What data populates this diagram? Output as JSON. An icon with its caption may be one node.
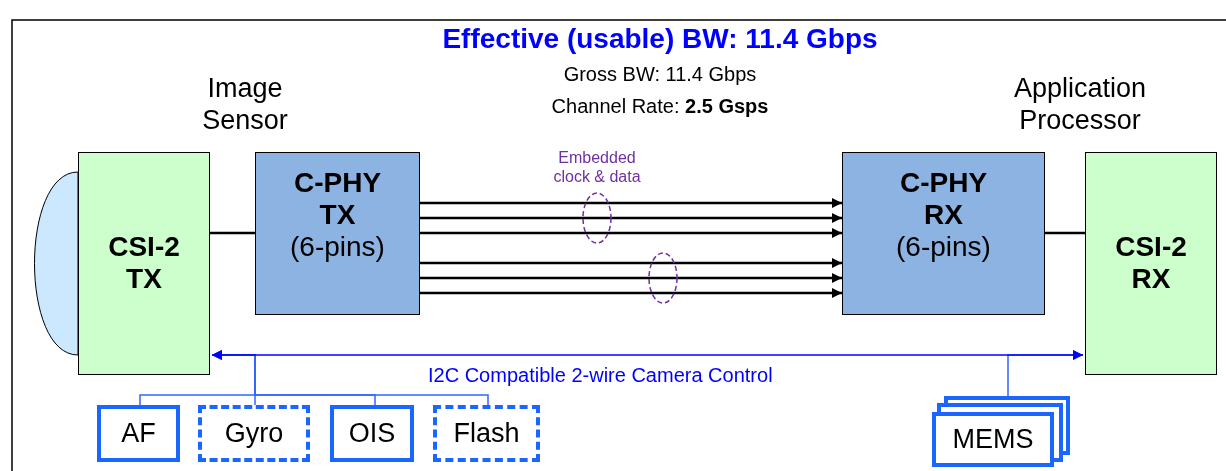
{
  "diagram": {
    "title": "Effective (usable) BW: 11.4 Gbps",
    "nodes": [
      {
        "text": [
          "CSI-2 TX"
        ]
      },
      {
        "text": [
          "C-PHY TX",
          "(6-pins)"
        ]
      },
      {
        "text": [
          "C-PHY RX",
          "(6-pins)"
        ]
      },
      {
        "text": [
          "CSI-2 RX"
        ]
      },
      {
        "text": [
          "AF"
        ]
      },
      {
        "text": [
          "Gyro"
        ]
      },
      {
        "text": [
          "OIS"
        ]
      },
      {
        "text": [
          "Flash"
        ]
      },
      {
        "text": [
          "MEMS"
        ]
      }
    ],
    "edges": [
      {
        "from": 0,
        "to": 1,
        "arrow": "none"
      },
      {
        "from": 1,
        "to": 2,
        "arrow": "to"
      },
      {
        "from": 1,
        "to": 2,
        "arrow": "to"
      },
      {
        "from": 1,
        "to": 2,
        "arrow": "to"
      },
      {
        "from": 1,
        "to": 2,
        "arrow": "to"
      },
      {
        "from": 1,
        "to": 2,
        "arrow": "to"
      },
      {
        "from": 1,
        "to": 2,
        "arrow": "to"
      },
      {
        "from": 2,
        "to": 3,
        "arrow": "none"
      },
      {
        "from": 0,
        "to": 3,
        "arrow": "both",
        "label": "I2C Compatible 2-wire Camera Control",
        "color": "#0000ff"
      },
      {
        "from": 4,
        "to": 0,
        "arrow": "to",
        "color": "#3366ff"
      },
      {
        "from": 5,
        "to": 0,
        "arrow": "to",
        "color": "#3366ff"
      },
      {
        "from": 6,
        "to": 0,
        "arrow": "to",
        "color": "#3366ff"
      },
      {
        "from": 7,
        "to": 0,
        "arrow": "to",
        "color": "#3366ff"
      },
      {
        "from": 8,
        "to": 3,
        "arrow": "to",
        "color": "#3366ff"
      }
    ],
    "labels": [
      "Gross BW: 11.4 Gbps",
      "Channel Rate: **2.5 Gsps**",
      "Image Sensor",
      "Application Processor",
      "Embedded clock & data"
    ]
  }
}
